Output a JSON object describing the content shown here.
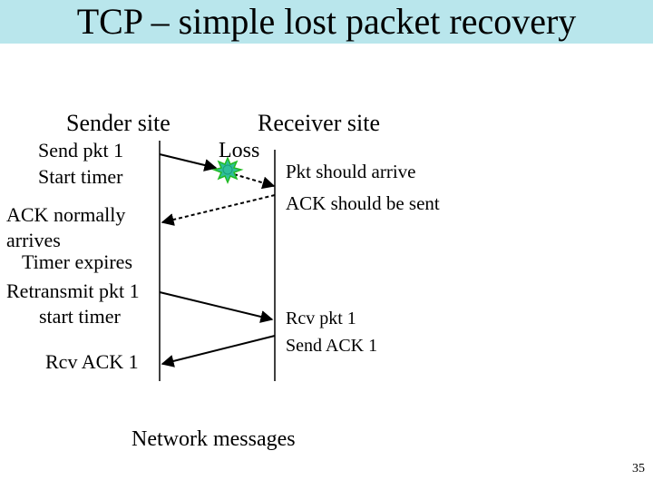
{
  "slide": {
    "title": "TCP – simple lost packet recovery",
    "page_number": "35"
  },
  "columns": {
    "sender_heading": "Sender site",
    "receiver_heading": "Receiver site"
  },
  "sender_notes": {
    "send_pkt": "Send pkt 1",
    "start_timer": "Start timer",
    "ack_normally": "ACK normally",
    "arrives": "arrives",
    "timer_expires": "Timer expires",
    "retransmit": "Retransmit pkt 1",
    "start_timer_2": "start timer",
    "rcv_ack": "Rcv ACK 1"
  },
  "loss": {
    "label": "Loss",
    "marker_fill": "#2fbf9a",
    "marker_stroke": "#22bb22"
  },
  "receiver_notes": {
    "should_arrive": "Pkt should arrive",
    "ack_should_be_sent": "ACK should be sent",
    "rcv_pkt": "Rcv pkt 1",
    "send_ack": "Send ACK 1"
  },
  "caption": "Network messages",
  "colors": {
    "title_bar": "#b9e6ec",
    "line": "#000000"
  }
}
